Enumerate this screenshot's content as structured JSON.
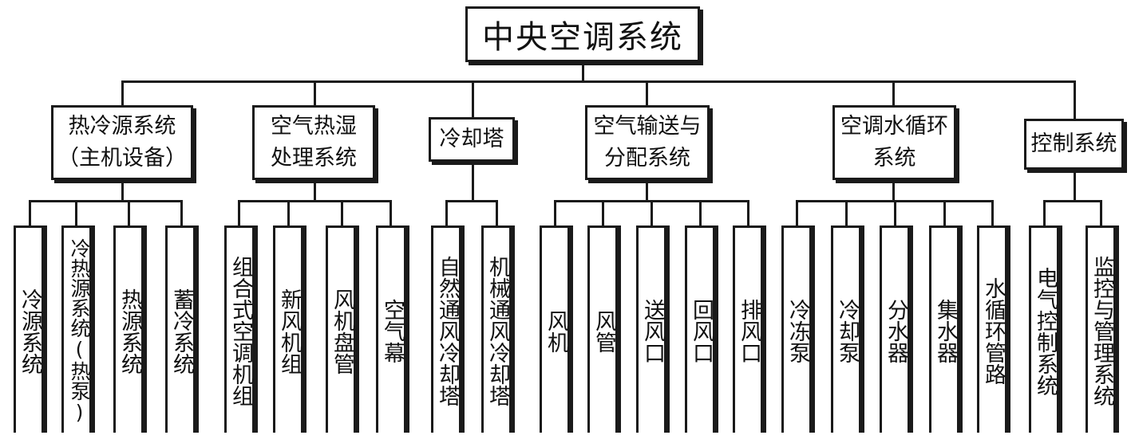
{
  "root": {
    "label": "中央空调系统"
  },
  "categories": [
    {
      "label": "热冷源系统\n（主机设备）",
      "leaves": [
        "冷源系统",
        "冷热源系统(热泵)",
        "热源系统",
        "蓄冷系统"
      ]
    },
    {
      "label": "空气热湿\n处理系统",
      "leaves": [
        "组合式空调机组",
        "新风机组",
        "风机盘管",
        "空气幕"
      ]
    },
    {
      "label": "冷却塔",
      "leaves": [
        "自然通风冷却塔",
        "机械通风冷却塔"
      ]
    },
    {
      "label": "空气输送与\n分配系统",
      "leaves": [
        "风机",
        "风管",
        "送风口",
        "回风口",
        "排风口"
      ]
    },
    {
      "label": "空调水循环\n系统",
      "leaves": [
        "冷冻泵",
        "冷却泵",
        "分水器",
        "集水器",
        "水循环管路"
      ]
    },
    {
      "label": "控制系统",
      "leaves": [
        "电气控制系统",
        "监控与管理系统"
      ]
    }
  ]
}
